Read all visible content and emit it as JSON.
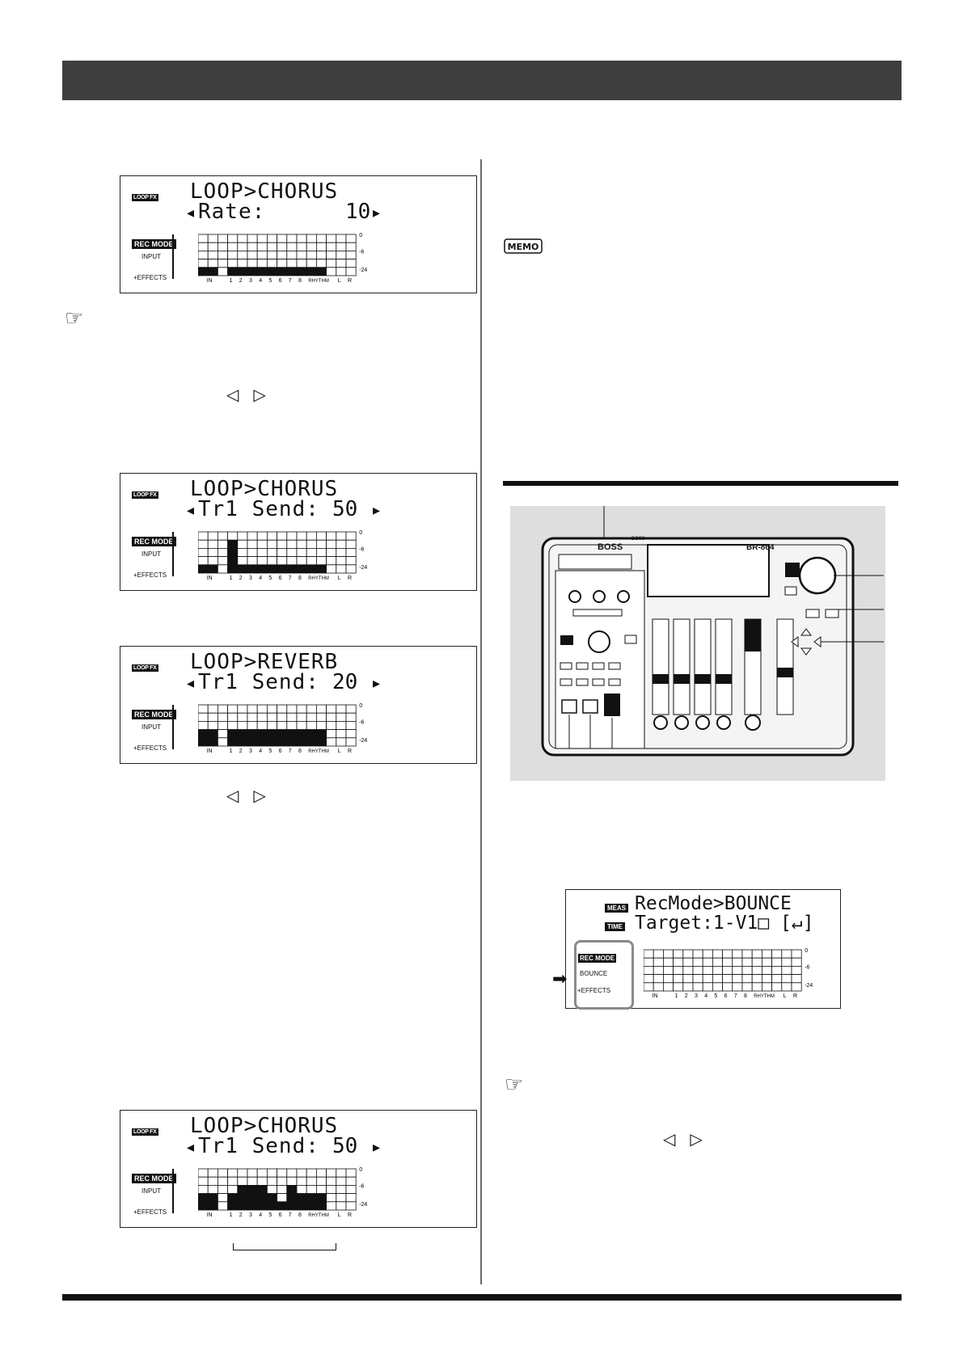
{
  "lcds": [
    {
      "tag": "LOOP FX",
      "line1": "LOOP>CHORUS",
      "line2": "Rate:",
      "value": "10",
      "mode_label": "REC MODE",
      "mode_sub": "INPUT",
      "mode_fx": "+EFFECTS",
      "meter": [
        1,
        1,
        0,
        1,
        1,
        1,
        1,
        1,
        1,
        1,
        1,
        1,
        1,
        0,
        0,
        0
      ]
    },
    {
      "tag": "LOOP FX",
      "line1": "LOOP>CHORUS",
      "line2": "Tr1 Send:",
      "value": "50",
      "mode_label": "REC MODE",
      "mode_sub": "INPUT",
      "mode_fx": "+EFFECTS",
      "meter": [
        1,
        1,
        0,
        4,
        1,
        1,
        1,
        1,
        1,
        1,
        1,
        1,
        1,
        0,
        0,
        0
      ]
    },
    {
      "tag": "LOOP FX",
      "line1": "LOOP>REVERB",
      "line2": "Tr1 Send:",
      "value": "20",
      "mode_label": "REC MODE",
      "mode_sub": "INPUT",
      "mode_fx": "+EFFECTS",
      "meter": [
        2,
        2,
        0,
        2,
        2,
        2,
        2,
        2,
        2,
        2,
        2,
        2,
        2,
        0,
        0,
        0
      ]
    },
    {
      "tag": "LOOP FX",
      "line1": "LOOP>CHORUS",
      "line2": "Tr1 Send:",
      "value": "50",
      "mode_label": "REC MODE",
      "mode_sub": "INPUT",
      "mode_fx": "+EFFECTS",
      "meter": [
        2,
        2,
        0,
        2,
        3,
        3,
        3,
        2,
        1,
        3,
        2,
        2,
        2,
        0,
        0,
        0
      ]
    }
  ],
  "meter_scale": [
    "0",
    "-6",
    "-24"
  ],
  "meter_axis": {
    "in": "IN",
    "tracks": [
      "1",
      "2",
      "3",
      "4",
      "5",
      "6",
      "7",
      "8"
    ],
    "rhythm": "RHYTHM",
    "l": "L",
    "r": "R"
  },
  "bounce_lcd": {
    "meas": "MEAS",
    "time": "TIME",
    "line1": "RecMode>BOUNCE",
    "line2": "Target:1-V1□ [↵]",
    "mode_label": "REC MODE",
    "mode_sub": "BOUNCE",
    "mode_fx": "+EFFECTS",
    "meter": [
      0,
      0,
      0,
      0,
      0,
      0,
      0,
      0,
      0,
      0,
      0,
      0,
      0,
      0,
      0,
      0
    ]
  },
  "memo": "MEMO",
  "device": {
    "brand": "BOSS",
    "model": "BR-864",
    "subtitle": "DIGITAL RECORDING STUDIO"
  }
}
